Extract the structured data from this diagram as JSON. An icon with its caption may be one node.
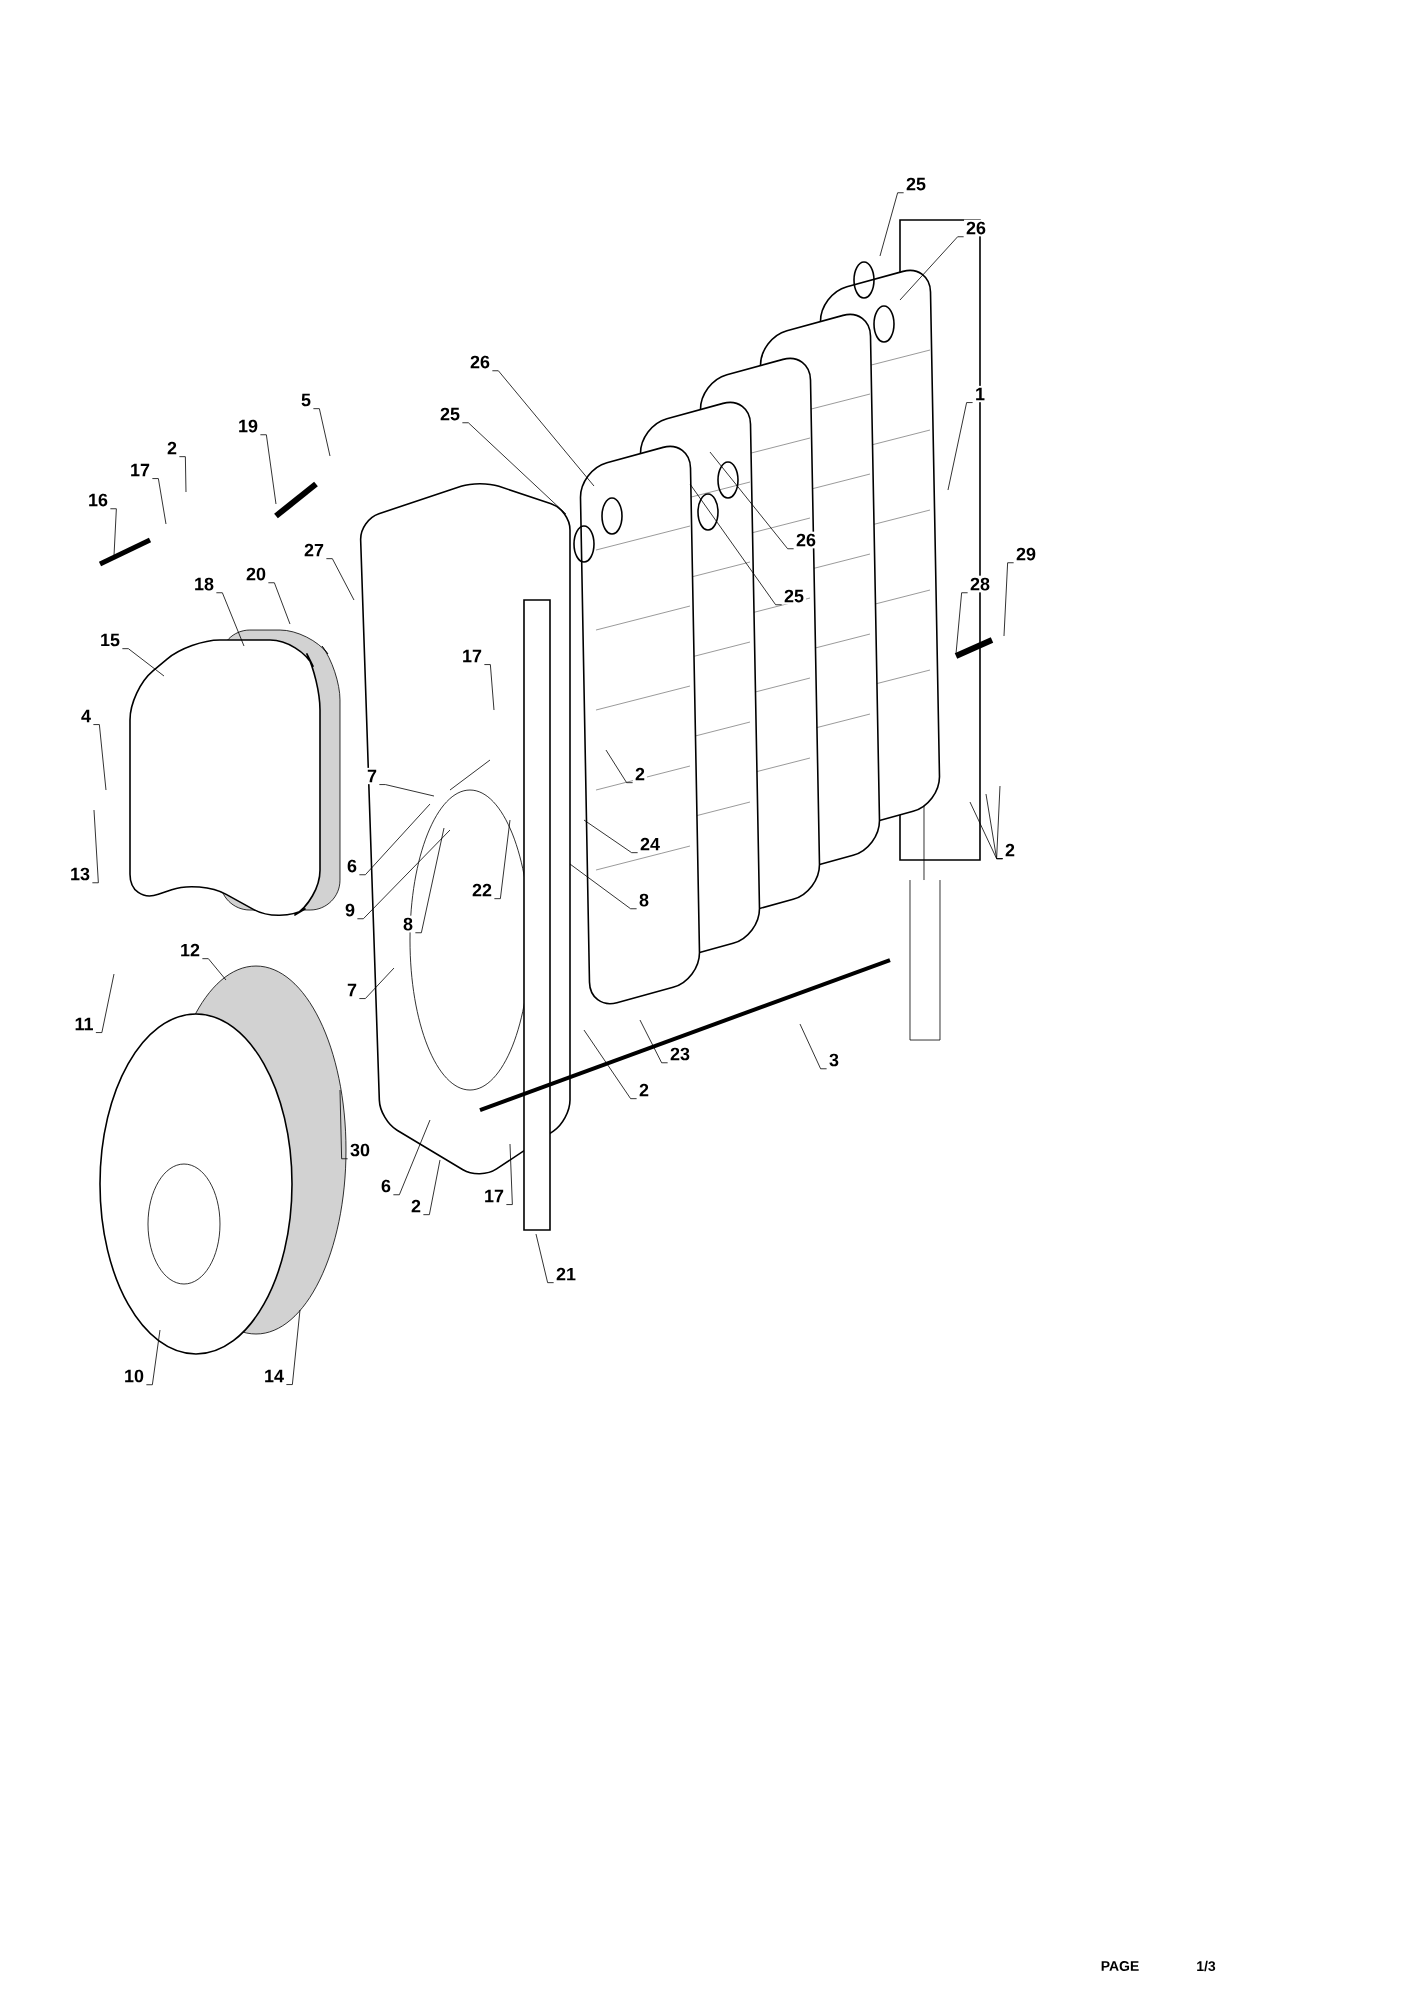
{
  "diagram": {
    "nodes": [
      {
        "text": [
          "25"
        ]
      },
      {
        "text": [
          "26"
        ]
      },
      {
        "text": [
          "26"
        ]
      },
      {
        "text": [
          "1"
        ]
      },
      {
        "text": [
          "5"
        ]
      },
      {
        "text": [
          "25"
        ]
      },
      {
        "text": [
          "19"
        ]
      },
      {
        "text": [
          "2"
        ]
      },
      {
        "text": [
          "17"
        ]
      },
      {
        "text": [
          "16"
        ]
      },
      {
        "text": [
          "26"
        ]
      },
      {
        "text": [
          "27"
        ]
      },
      {
        "text": [
          "29"
        ]
      },
      {
        "text": [
          "20"
        ]
      },
      {
        "text": [
          "18"
        ]
      },
      {
        "text": [
          "28"
        ]
      },
      {
        "text": [
          "25"
        ]
      },
      {
        "text": [
          "15"
        ]
      },
      {
        "text": [
          "17"
        ]
      },
      {
        "text": [
          "4"
        ]
      },
      {
        "text": [
          "7"
        ]
      },
      {
        "text": [
          "2"
        ]
      },
      {
        "text": [
          "24"
        ]
      },
      {
        "text": [
          "6"
        ]
      },
      {
        "text": [
          "13"
        ]
      },
      {
        "text": [
          "22"
        ]
      },
      {
        "text": [
          "8"
        ]
      },
      {
        "text": [
          "9"
        ]
      },
      {
        "text": [
          "8"
        ]
      },
      {
        "text": [
          "12"
        ]
      },
      {
        "text": [
          "7"
        ]
      },
      {
        "text": [
          "11"
        ]
      },
      {
        "text": [
          "2"
        ]
      },
      {
        "text": [
          "23"
        ]
      },
      {
        "text": [
          "3"
        ]
      },
      {
        "text": [
          "2"
        ]
      },
      {
        "text": [
          "30"
        ]
      },
      {
        "text": [
          "6"
        ]
      },
      {
        "text": [
          "17"
        ]
      },
      {
        "text": [
          "2"
        ]
      },
      {
        "text": [
          "21"
        ]
      },
      {
        "text": [
          "10"
        ]
      },
      {
        "text": [
          "14"
        ]
      }
    ],
    "edges": [
      {
        "from": 0,
        "to": null,
        "arrow": "none"
      },
      {
        "from": 1,
        "to": null,
        "arrow": "none"
      },
      {
        "from": 2,
        "to": null,
        "arrow": "none"
      },
      {
        "from": 3,
        "to": null,
        "arrow": "none"
      },
      {
        "from": 4,
        "to": null,
        "arrow": "none"
      },
      {
        "from": 5,
        "to": null,
        "arrow": "none"
      },
      {
        "from": 6,
        "to": null,
        "arrow": "none"
      },
      {
        "from": 7,
        "to": null,
        "arrow": "none"
      },
      {
        "from": 8,
        "to": null,
        "arrow": "none"
      },
      {
        "from": 9,
        "to": null,
        "arrow": "none"
      },
      {
        "from": 10,
        "to": null,
        "arrow": "none"
      },
      {
        "from": 11,
        "to": null,
        "arrow": "none"
      },
      {
        "from": 12,
        "to": null,
        "arrow": "none"
      },
      {
        "from": 13,
        "to": null,
        "arrow": "none"
      },
      {
        "from": 14,
        "to": null,
        "arrow": "none"
      },
      {
        "from": 15,
        "to": null,
        "arrow": "none"
      },
      {
        "from": 16,
        "to": null,
        "arrow": "none"
      },
      {
        "from": 17,
        "to": null,
        "arrow": "none"
      },
      {
        "from": 18,
        "to": null,
        "arrow": "none"
      },
      {
        "from": 19,
        "to": null,
        "arrow": "none"
      },
      {
        "from": 20,
        "to": null,
        "arrow": "none"
      },
      {
        "from": 21,
        "to": null,
        "arrow": "none"
      },
      {
        "from": 22,
        "to": null,
        "arrow": "none"
      },
      {
        "from": 23,
        "to": null,
        "arrow": "none"
      },
      {
        "from": 24,
        "to": null,
        "arrow": "none"
      },
      {
        "from": 25,
        "to": null,
        "arrow": "none"
      },
      {
        "from": 26,
        "to": null,
        "arrow": "none"
      },
      {
        "from": 27,
        "to": null,
        "arrow": "none"
      },
      {
        "from": 28,
        "to": null,
        "arrow": "none"
      },
      {
        "from": 29,
        "to": null,
        "arrow": "none"
      },
      {
        "from": 30,
        "to": null,
        "arrow": "none"
      },
      {
        "from": 31,
        "to": null,
        "arrow": "none"
      },
      {
        "from": 32,
        "to": null,
        "arrow": "none"
      },
      {
        "from": 32,
        "to": null,
        "arrow": "none"
      },
      {
        "from": 32,
        "to": null,
        "arrow": "none"
      },
      {
        "from": 33,
        "to": null,
        "arrow": "none"
      },
      {
        "from": 34,
        "to": null,
        "arrow": "none"
      },
      {
        "from": 35,
        "to": null,
        "arrow": "none"
      },
      {
        "from": 36,
        "to": null,
        "arrow": "none"
      },
      {
        "from": 37,
        "to": null,
        "arrow": "none"
      },
      {
        "from": 38,
        "to": null,
        "arrow": "none"
      },
      {
        "from": 39,
        "to": null,
        "arrow": "none"
      },
      {
        "from": 40,
        "to": null,
        "arrow": "none"
      },
      {
        "from": 41,
        "to": null,
        "arrow": "none"
      },
      {
        "from": 42,
        "to": null,
        "arrow": "none"
      }
    ],
    "labels": [
      "PAGE",
      "1/3"
    ]
  }
}
